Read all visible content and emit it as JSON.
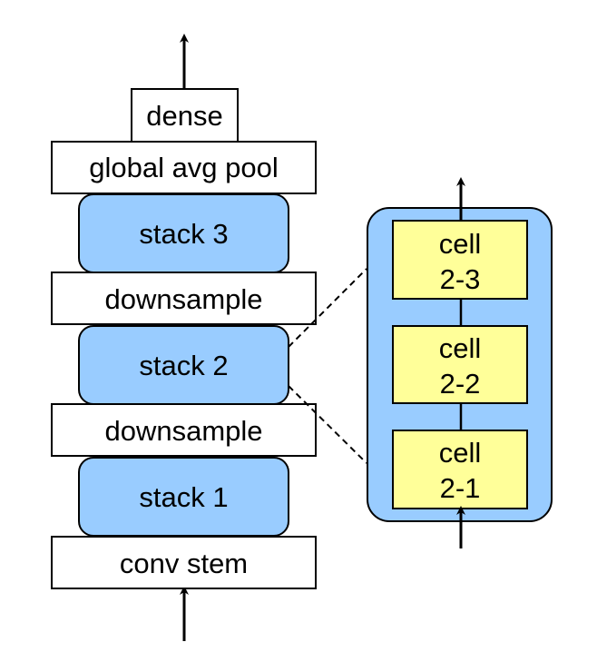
{
  "colors": {
    "stack_fill": "#99ccff",
    "cell_fill": "#ffff99",
    "stroke": "#000000",
    "plain_fill": "#ffffff"
  },
  "network": {
    "dense": "dense",
    "pool": "global avg pool",
    "stack3": "stack 3",
    "downsample_top": "downsample",
    "stack2": "stack 2",
    "downsample_bottom": "downsample",
    "stack1": "stack 1",
    "stem": "conv stem"
  },
  "stack_detail": {
    "cells": [
      {
        "line1": "cell",
        "line2": "2-3"
      },
      {
        "line1": "cell",
        "line2": "2-2"
      },
      {
        "line1": "cell",
        "line2": "2-1"
      }
    ]
  }
}
